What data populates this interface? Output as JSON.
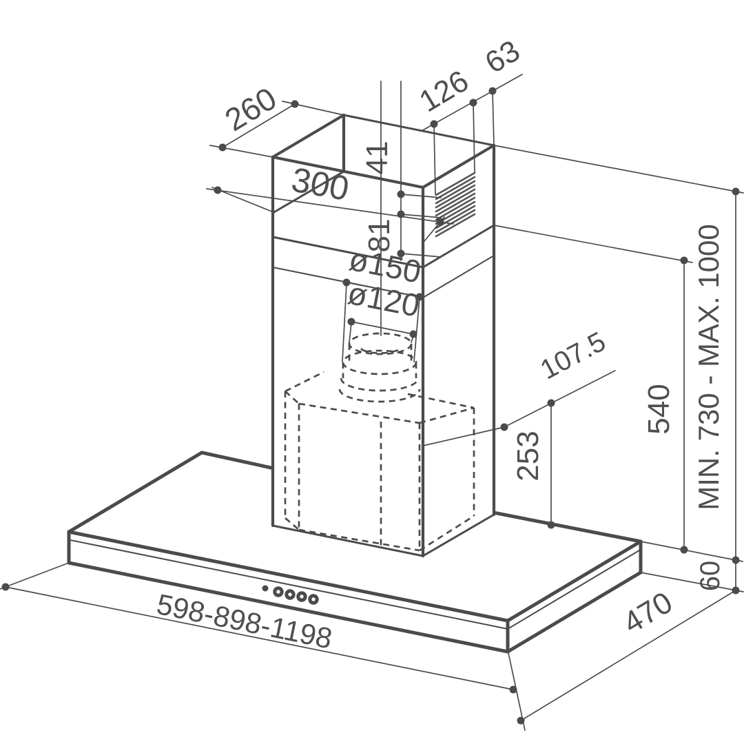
{
  "title": "Chimney range hood installation dimensions diagram",
  "dimensions": {
    "bracket_depth": "260",
    "chimney_width": "300",
    "grille_top_offset": "41",
    "grille_height": "81",
    "grille_depth": "126",
    "grille_back_offset": "63",
    "duct_outer_diameter": "ø150",
    "duct_inner_diameter": "ø120",
    "duct_rear_offset": "107.5",
    "hood_to_duct_height": "253",
    "chimney_lower_height": "540",
    "mounting_height_range": "MIN. 730 - MAX. 1000",
    "base_height": "60",
    "body_width_options": "598-898-1198",
    "body_depth": "470"
  },
  "colors": {
    "line": "#4b4b4b",
    "background": "#ffffff"
  }
}
